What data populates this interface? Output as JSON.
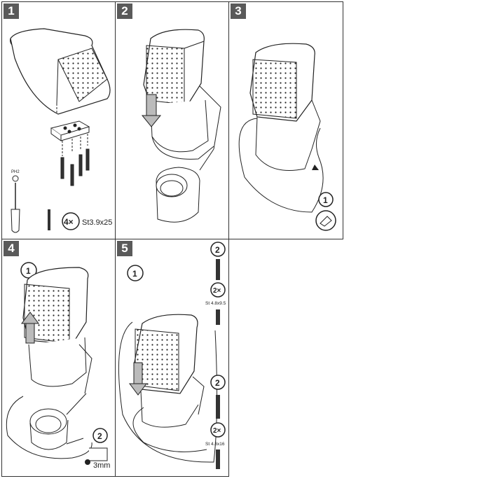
{
  "steps": [
    {
      "number": "1"
    },
    {
      "number": "2"
    },
    {
      "number": "3"
    },
    {
      "number": "4"
    },
    {
      "number": "5"
    }
  ],
  "step1": {
    "screwdriver_label": "PH2",
    "count": "4×",
    "screw_spec": "St3.9x25"
  },
  "step3": {
    "callout": "1"
  },
  "step4": {
    "callout1": "1",
    "callout2": "2",
    "tool_size": "3mm"
  },
  "step5": {
    "callout1": "1",
    "callout2a": "2",
    "count_a": "2×",
    "spec_a": "St 4.8x9.5",
    "callout2b": "2",
    "count_b": "2×",
    "spec_b": "St 4.8x16"
  }
}
